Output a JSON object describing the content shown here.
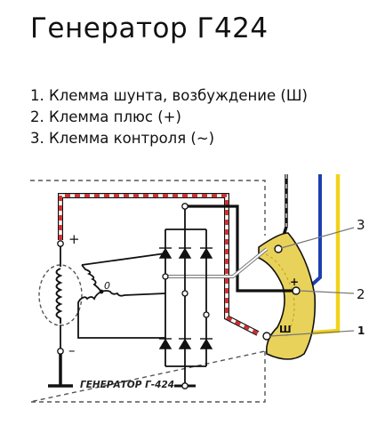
{
  "title": "Генератор Г424",
  "legend": {
    "items": [
      "1. Клемма шунта, возбуждение (Ш)",
      "2. Клемма плюс (+)",
      "3. Клемма контроля (~)"
    ]
  },
  "diagram": {
    "caption": "ГЕНЕРАТОР Г-424",
    "plus_sign": "+",
    "minus_sign": "–",
    "neutral_label": "0",
    "callouts": {
      "n1": "1",
      "n2": "2",
      "n3": "3"
    },
    "terminal_labels": {
      "plus": "+",
      "shunt": "Ш"
    },
    "colors": {
      "red_wire": "#d42a2a",
      "blue_wire": "#1e3fb0",
      "yellow_wire": "#f2d21a",
      "terminal_block": "#e8d25a",
      "dashed_frame": "#555555"
    }
  }
}
